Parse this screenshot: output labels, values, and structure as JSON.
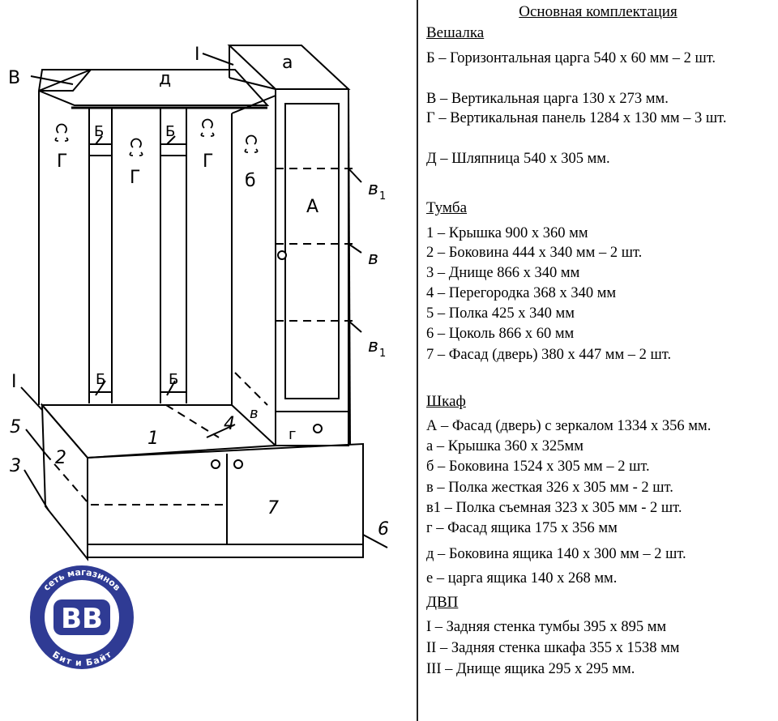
{
  "drawing": {
    "labels": {
      "top_num": "I",
      "v_top": "В",
      "d_top": "д",
      "a_top": "а",
      "g_left": "Г",
      "g_mid": "Г",
      "g_right": "Г",
      "b_side": "б",
      "b_top1": "Б",
      "b_top2": "Б",
      "b_bot1": "Б",
      "b_bot2": "Б",
      "big_a": "А",
      "v1_top": "в",
      "v1_top_sub": "1",
      "v_mid": "в",
      "v1_bot": "в",
      "v1_bot_sub": "1",
      "v_lower": "в",
      "g_drawer": "г",
      "num_1": "1",
      "num_2": "2",
      "num_3": "3",
      "num_4": "4",
      "num_5": "5",
      "num_6": "6",
      "num_7": "7",
      "num_I_left": "I"
    }
  },
  "logo": {
    "top_text": "сеть магазинов",
    "bottom_text": "Бит и Байт",
    "mark": "ВВ"
  },
  "spec": {
    "title": "Основная комплектация",
    "sections": [
      {
        "heading": "Вешалка",
        "items": [
          "Б – Горизонтальная царга 540 х 60 мм – 2 шт.",
          "В – Вертикальная царга 130 х 273 мм.",
          "Г – Вертикальная панель 1284 х 130 мм – 3 шт.",
          "Д – Шляпница 540 х 305 мм."
        ]
      },
      {
        "heading": "Тумба",
        "items": [
          "1 – Крышка 900 х 360 мм",
          "2 – Боковина 444 х 340 мм – 2 шт.",
          "3 – Днище 866 х 340 мм",
          "4 – Перегородка 368 х 340 мм",
          "5 – Полка 425 х 340 мм",
          "6 – Цоколь 866 х 60 мм",
          "7 – Фасад (дверь) 380 х 447 мм – 2 шт."
        ]
      },
      {
        "heading": "Шкаф",
        "items": [
          "А – Фасад (дверь) с зеркалом 1334 х 356 мм.",
          "а – Крышка 360 х 325мм",
          "б – Боковина 1524 х 305 мм – 2 шт.",
          "в – Полка жесткая 326 х 305 мм - 2 шт.",
          "в1 – Полка съемная 323 х 305 мм - 2 шт.",
          "г – Фасад ящика 175 х 356 мм",
          "д – Боковина ящика 140 х 300 мм – 2 шт.",
          "е – царга ящика 140 х 268 мм."
        ]
      },
      {
        "heading": "ДВП",
        "items": [
          "I – Задняя стенка тумбы 395 х 895 мм",
          "II – Задняя стенка шкафа 355 х 1538 мм",
          "III – Днище ящика 295 х 295 мм."
        ]
      }
    ]
  }
}
